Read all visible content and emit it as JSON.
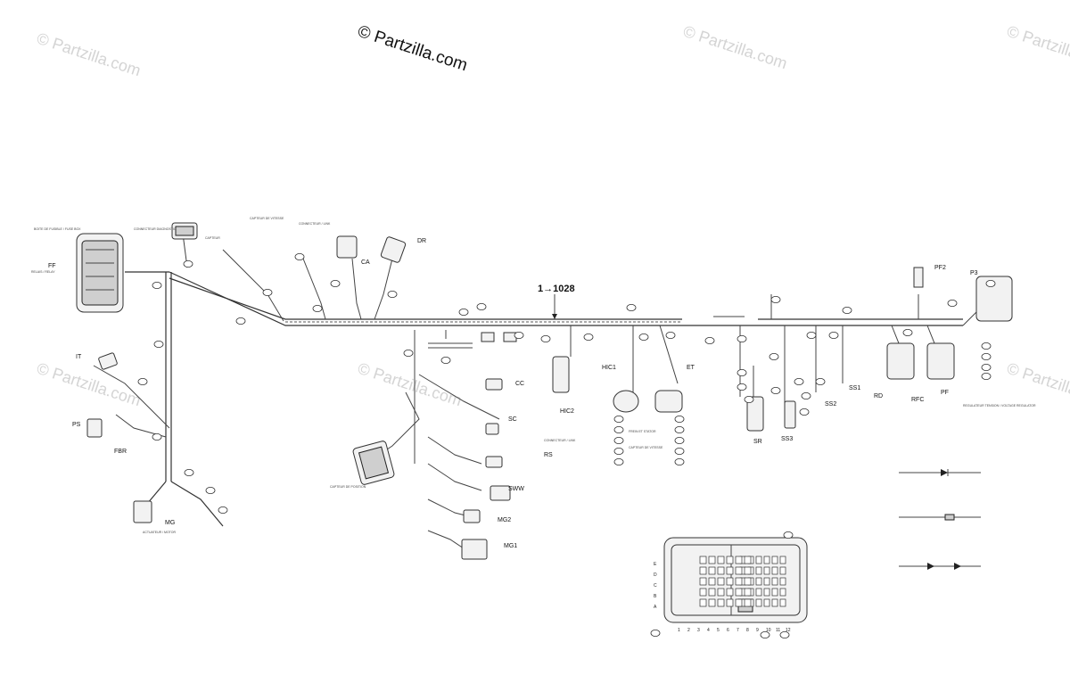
{
  "watermark": {
    "brand": "© Partzilla.com",
    "tile": "© Partzilla.com"
  },
  "diagram": {
    "main_reference": "1→1028",
    "connector_codes": [
      "IT",
      "PS",
      "FBR",
      "MG",
      "CC",
      "SC",
      "RS",
      "SWW",
      "MG2",
      "MG1",
      "CA",
      "HIC2",
      "HIC1",
      "ET",
      "SR",
      "SS3",
      "SS2",
      "SS1",
      "RD",
      "RFC",
      "PF",
      "PF2",
      "P3",
      "DR"
    ],
    "ecm_column_letters": [
      "E",
      "D",
      "C",
      "B",
      "A"
    ],
    "ecm_row_numbers": [
      "1",
      "2",
      "3",
      "4",
      "5",
      "6",
      "7",
      "8",
      "9",
      "10",
      "11",
      "12"
    ]
  }
}
